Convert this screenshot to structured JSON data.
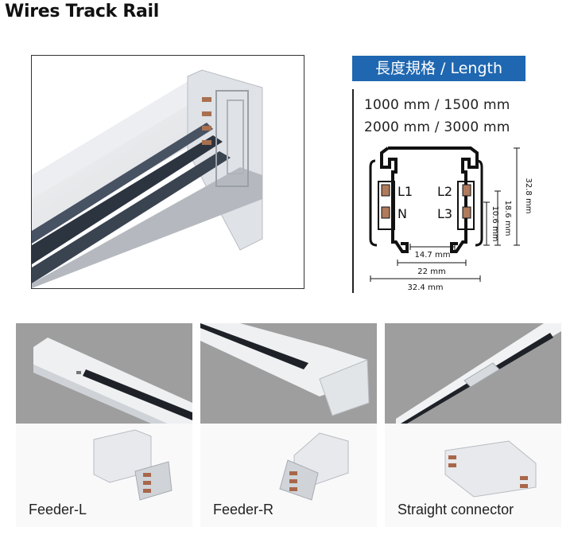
{
  "page": {
    "title": "Wires Track Rail"
  },
  "spec": {
    "header": "長度規格 / Length",
    "lengths": [
      "1000 mm / 1500 mm",
      "2000 mm / 3000 mm"
    ],
    "terminals": {
      "l1": "L1",
      "n": "N",
      "l2": "L2",
      "l3": "L3"
    },
    "dimensions": {
      "inner_width": "14.7 mm",
      "mid_width": "22 mm",
      "outer_width": "32.4 mm",
      "height": "32.8 mm",
      "inner_height": "18.6 mm",
      "slot_height": "10.6 mm"
    }
  },
  "products": [
    {
      "label": "Feeder-L"
    },
    {
      "label": "Feeder-R"
    },
    {
      "label": "Straight connector"
    }
  ]
}
